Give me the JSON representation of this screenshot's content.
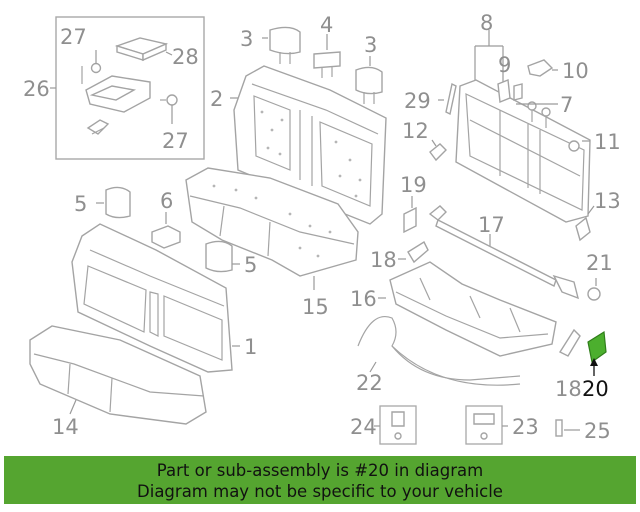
{
  "callouts": {
    "c1": "1",
    "c2": "2",
    "c3a": "3",
    "c3b": "3",
    "c4": "4",
    "c5a": "5",
    "c5b": "5",
    "c6": "6",
    "c7": "7",
    "c8": "8",
    "c9": "9",
    "c10": "10",
    "c11": "11",
    "c12": "12",
    "c13": "13",
    "c14": "14",
    "c15": "15",
    "c16": "16",
    "c17": "17",
    "c18a": "18",
    "c18b": "18",
    "c19": "19",
    "c20": "20",
    "c21": "21",
    "c22": "22",
    "c23": "23",
    "c24": "24",
    "c25": "25",
    "c26": "26",
    "c27a": "27",
    "c27b": "27",
    "c28": "28",
    "c29": "29"
  },
  "highlight": {
    "part": "20",
    "color": "#4caf2e"
  },
  "banner": {
    "line1": "Part or sub-assembly is #20 in diagram",
    "line2": "Diagram may not be specific to your vehicle",
    "color": "#55a530"
  }
}
